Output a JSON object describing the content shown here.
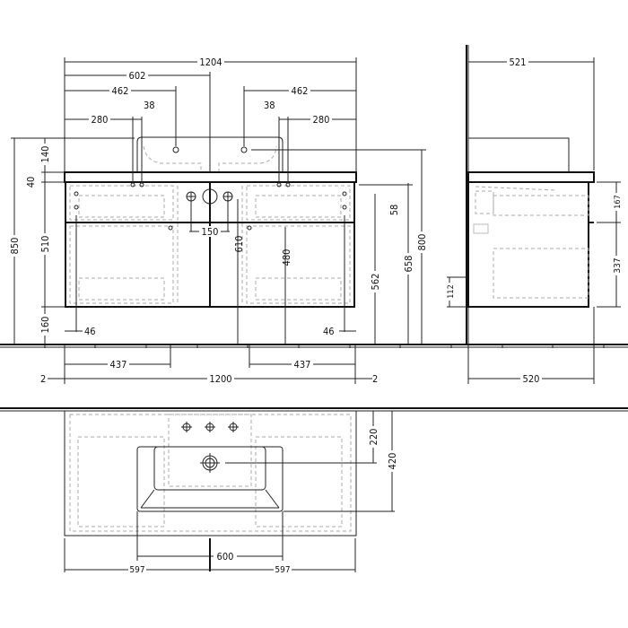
{
  "drawing": {
    "front_view": {
      "dims_top": {
        "overall": "1204",
        "half": "602",
        "tap_left": "462",
        "tap_right": "462",
        "side_left": "280",
        "side_right": "280",
        "gap_left": "38",
        "gap_right": "38"
      },
      "dims_left": {
        "total_height": "850",
        "basin_above": "140",
        "top_thickness": "40",
        "cabinet": "510",
        "plinth": "160"
      },
      "dims_inner": {
        "waste_spacing": "150",
        "waste_height": "610",
        "drawer_front": "480",
        "hinge_spacing": "58",
        "inner_left": "46",
        "inner_right": "46"
      },
      "dims_right": {
        "bracket": "562",
        "top_under": "658",
        "tap": "800"
      },
      "dims_bottom": {
        "left_drawer": "437",
        "right_drawer": "437",
        "cabinet_width": "1200",
        "overhang_left": "2",
        "overhang_right": "2"
      }
    },
    "side_view": {
      "depth_top": "521",
      "upper": "167",
      "lower": "337",
      "wall_gap": "112",
      "depth_bottom": "520"
    },
    "plan_view": {
      "basin_center": "220",
      "basin_depth": "420",
      "basin_width": "600",
      "half_left": "597",
      "half_right": "597"
    }
  }
}
